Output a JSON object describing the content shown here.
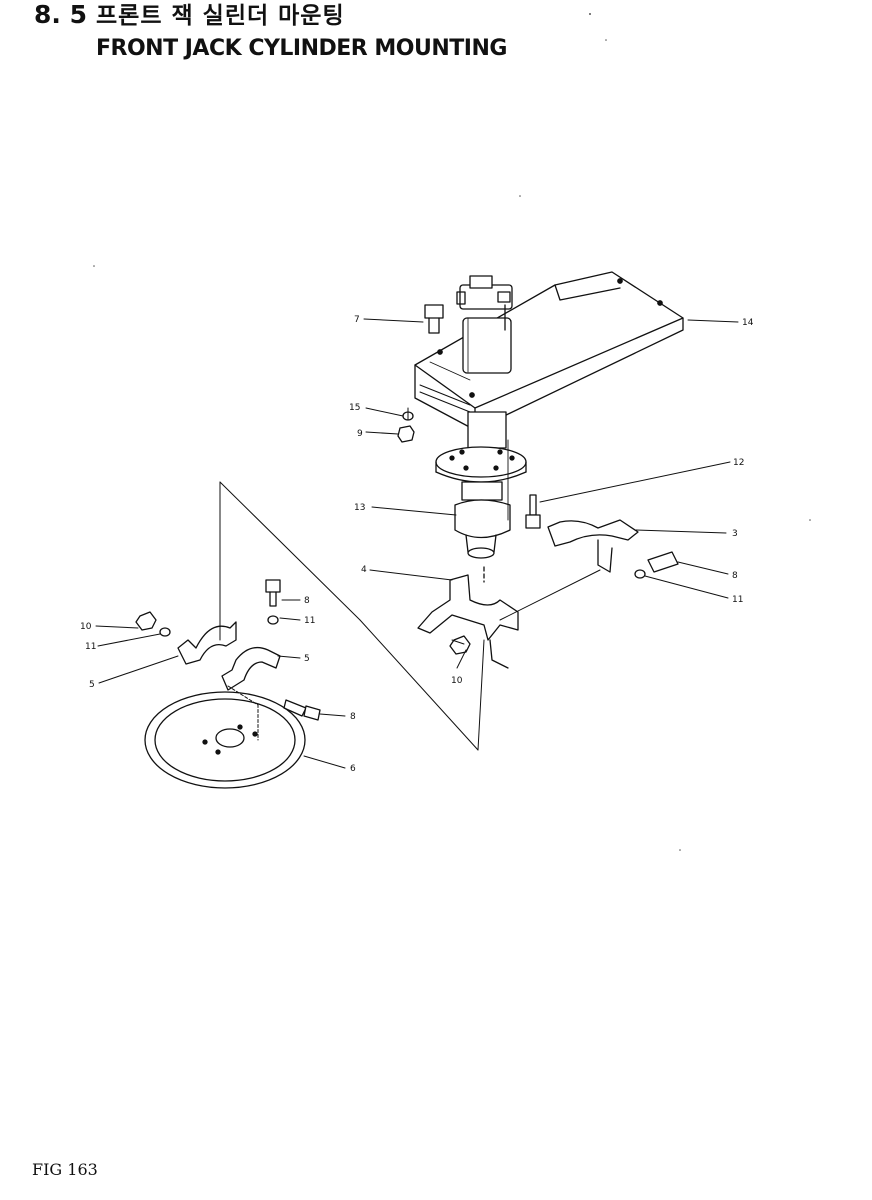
{
  "heading": {
    "section_number": "8. 5",
    "title_korean": "프론트 잭 실린더 마운팅",
    "title_english": "FRONT JACK CYLINDER MOUNTING"
  },
  "figure": {
    "label": "FIG 163"
  },
  "callouts": {
    "c7": "7",
    "c14": "14",
    "c15": "15",
    "c9": "9",
    "c12": "12",
    "c13": "13",
    "c3": "3",
    "c4": "4",
    "c8a": "8",
    "c11a": "11",
    "c10a": "10",
    "c10b": "10",
    "c11b": "11",
    "c8b": "8",
    "c11c": "11",
    "c5a": "5",
    "c5b": "5",
    "c8c": "8",
    "c6": "6"
  }
}
